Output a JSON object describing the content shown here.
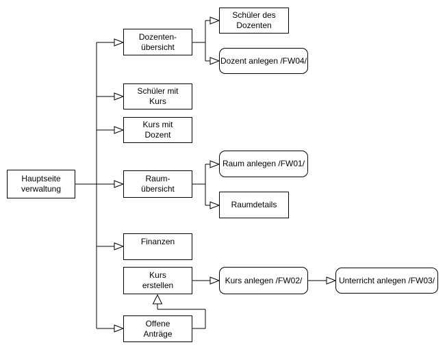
{
  "page": {
    "background_color": "#ffffff",
    "line_color": "#000000",
    "text_color": "#000000"
  },
  "diagram": {
    "nodes": {
      "hauptseite": {
        "label": "Hauptseite\nverwaltung",
        "shape": "rectangle"
      },
      "dozentenuebersicht": {
        "label": "Dozenten-\nübersicht",
        "shape": "rectangle"
      },
      "schueler_des_dozenten": {
        "label": "Schüler des\nDozenten",
        "shape": "rectangle"
      },
      "dozent_anlegen": {
        "label": "Dozent anlegen /FW04/",
        "shape": "rounded-rectangle"
      },
      "schueler_mit_kurs": {
        "label": "Schüler mit\nKurs",
        "shape": "rectangle"
      },
      "kurs_mit_dozent": {
        "label": "Kurs mit\nDozent",
        "shape": "rectangle"
      },
      "raumuebersicht": {
        "label": "Raum-\nübersicht",
        "shape": "rectangle"
      },
      "raum_anlegen": {
        "label": "Raum anlegen /FW01/",
        "shape": "rounded-rectangle"
      },
      "raumdetails": {
        "label": "Raumdetails",
        "shape": "rectangle"
      },
      "finanzen": {
        "label": "Finanzen",
        "shape": "rectangle"
      },
      "kurs_erstellen": {
        "label": "Kurs\nerstellen",
        "shape": "rectangle"
      },
      "kurs_anlegen": {
        "label": "Kurs anlegen /FW02/",
        "shape": "rounded-rectangle"
      },
      "unterricht_anlegen": {
        "label": "Unterricht anlegen /FW03/",
        "shape": "rounded-rectangle"
      },
      "offene_antraege": {
        "label": "Offene\nAnträge",
        "shape": "rectangle"
      }
    },
    "edges": [
      {
        "from": "hauptseite",
        "to": "dozentenuebersicht",
        "arrow": "open-triangle"
      },
      {
        "from": "hauptseite",
        "to": "schueler_mit_kurs",
        "arrow": "open-triangle"
      },
      {
        "from": "hauptseite",
        "to": "kurs_mit_dozent",
        "arrow": "open-triangle"
      },
      {
        "from": "hauptseite",
        "to": "raumuebersicht",
        "arrow": "open-triangle"
      },
      {
        "from": "hauptseite",
        "to": "finanzen",
        "arrow": "open-triangle"
      },
      {
        "from": "hauptseite",
        "to": "offene_antraege",
        "arrow": "open-triangle"
      },
      {
        "from": "dozentenuebersicht",
        "to": "schueler_des_dozenten",
        "arrow": "open-triangle"
      },
      {
        "from": "dozentenuebersicht",
        "to": "dozent_anlegen",
        "arrow": "open-triangle"
      },
      {
        "from": "raumuebersicht",
        "to": "raum_anlegen",
        "arrow": "open-triangle"
      },
      {
        "from": "raumuebersicht",
        "to": "raumdetails",
        "arrow": "open-triangle"
      },
      {
        "from": "kurs_erstellen",
        "to": "kurs_anlegen",
        "arrow": "open-triangle"
      },
      {
        "from": "kurs_anlegen",
        "to": "unterricht_anlegen",
        "arrow": "open-triangle"
      },
      {
        "from": "offene_antraege",
        "to": "kurs_erstellen",
        "arrow": "open-triangle"
      }
    ]
  }
}
